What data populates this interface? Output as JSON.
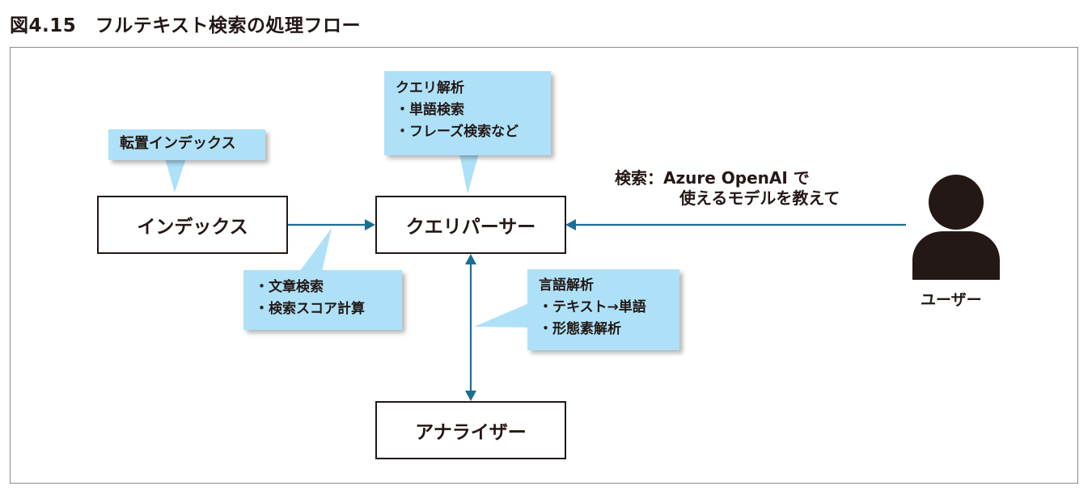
{
  "figure": {
    "title": "図4.15　フルテキスト検索の処理フロー"
  },
  "nodes": {
    "index": "インデックス",
    "query_parser": "クエリパーサー",
    "analyzer": "アナライザー"
  },
  "callouts": {
    "inverted_index": {
      "title": "転置インデックス"
    },
    "query_analysis": {
      "title": "クエリ解析",
      "items": [
        "・単語検索",
        "・フレーズ検索など"
      ]
    },
    "document_search": {
      "items": [
        "・文章検索",
        "・検索スコア計算"
      ]
    },
    "language_analysis": {
      "title": "言語解析",
      "items": [
        "・テキスト→単語",
        "・形態素解析"
      ]
    }
  },
  "user": {
    "label": "ユーザー",
    "query_line1": "検索：Azure OpenAI で",
    "query_line2": "使えるモデルを教えて"
  },
  "colors": {
    "arrow": "#1b6e93",
    "callout_fill": "#aee1f7",
    "user_icon": "#231815"
  }
}
